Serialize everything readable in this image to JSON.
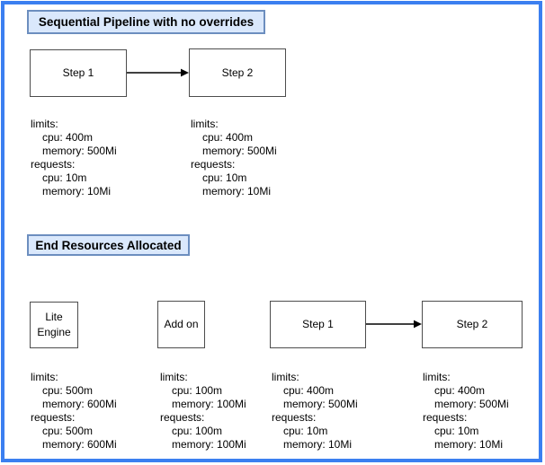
{
  "colors": {
    "frame_border": "#3b7ff0",
    "title_fill": "#dae8fc",
    "title_border": "#6c8ebf",
    "node_border": "#4d4d4d",
    "arrow": "#000000"
  },
  "sections": [
    {
      "title": "Sequential Pipeline with no overrides",
      "nodes": [
        {
          "label": "Step 1"
        },
        {
          "label": "Step 2"
        }
      ],
      "resource_blocks": [
        {
          "lines": [
            "limits:",
            "cpu: 400m",
            "memory: 500Mi",
            "requests:",
            "cpu: 10m",
            "memory: 10Mi"
          ]
        },
        {
          "lines": [
            "limits:",
            "cpu: 400m",
            "memory: 500Mi",
            "requests:",
            "cpu: 10m",
            "memory: 10Mi"
          ]
        }
      ]
    },
    {
      "title": "End Resources Allocated",
      "nodes": [
        {
          "label": "Lite Engine"
        },
        {
          "label": "Add on"
        },
        {
          "label": "Step 1"
        },
        {
          "label": "Step 2"
        }
      ],
      "resource_blocks": [
        {
          "lines": [
            "limits:",
            "cpu: 500m",
            "memory: 600Mi",
            "requests:",
            "cpu: 500m",
            "memory: 600Mi"
          ]
        },
        {
          "lines": [
            "limits:",
            "cpu: 100m",
            "memory: 100Mi",
            "requests:",
            "cpu: 100m",
            "memory: 100Mi"
          ]
        },
        {
          "lines": [
            "limits:",
            "cpu: 400m",
            "memory: 500Mi",
            "requests:",
            "cpu: 10m",
            "memory: 10Mi"
          ]
        },
        {
          "lines": [
            "limits:",
            "cpu: 400m",
            "memory: 500Mi",
            "requests:",
            "cpu: 10m",
            "memory: 10Mi"
          ]
        }
      ]
    }
  ]
}
